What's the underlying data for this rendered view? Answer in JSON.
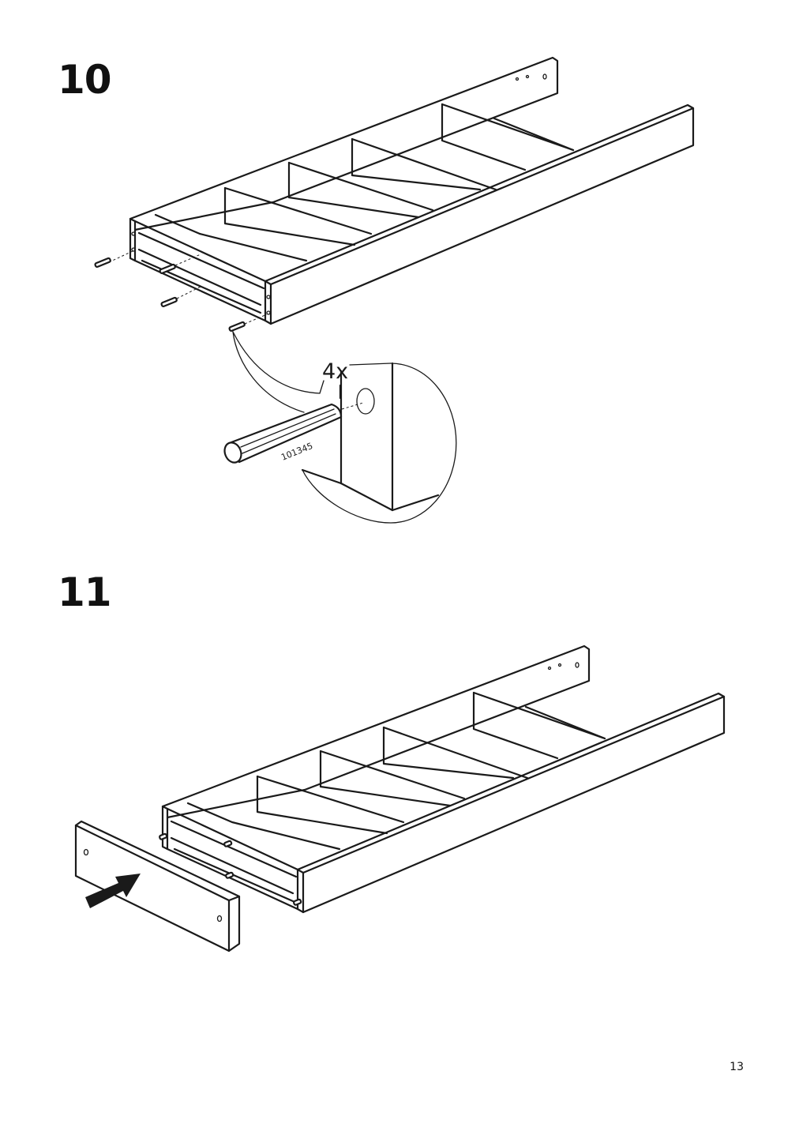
{
  "steps": [
    {
      "number": "10",
      "quantity": "4x",
      "part_number": "101345"
    },
    {
      "number": "11"
    }
  ],
  "page_number": "13",
  "icons": {
    "dowel": "wooden-dowel-icon",
    "arrow": "push-arrow-icon"
  }
}
